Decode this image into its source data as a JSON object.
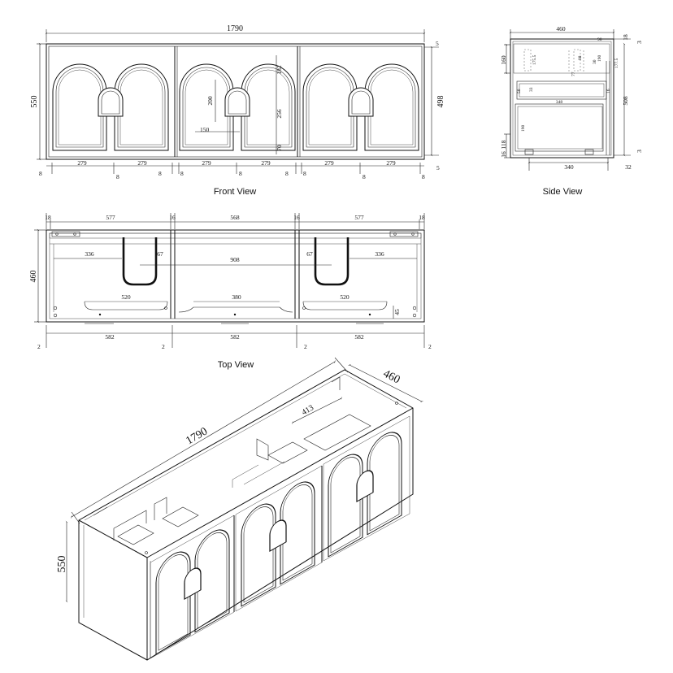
{
  "diagram": {
    "front": {
      "caption": "Front View",
      "overall_width": "1790",
      "overall_height": "550",
      "door_height": "498",
      "top_gap": "5",
      "bottom_gap": "5",
      "door_width": "279",
      "edge": "8",
      "arch_top": "182",
      "handle_gap": "256",
      "handle_height": "200",
      "handle_width": "150",
      "bottom_offset": "70"
    },
    "side": {
      "caption": "Side View",
      "depth": "460",
      "top_thickness": "18",
      "top_gap": "3",
      "upper_height": "160",
      "total_height": "508",
      "rail": "118",
      "bottom_gap": "3",
      "bottom_panel": "16",
      "inner_depth": "340",
      "back": "32",
      "shelf": "348",
      "small": [
        "90",
        "175.5",
        "190",
        "177.5",
        "77",
        "88",
        "30",
        "33",
        "50",
        "16",
        "190"
      ]
    },
    "top": {
      "caption": "Top View",
      "depth": "460",
      "panel": "18",
      "divider": "16",
      "left_bay": "577",
      "middle_bay": "568",
      "right_bay": "577",
      "left_inner": "336",
      "right_inner": "336",
      "cutout_left": "67",
      "cutout_right": "67",
      "span": "908",
      "left_slot": "520",
      "middle_slot": "380",
      "right_slot": "520",
      "back_offset": "45",
      "bay_width": "582",
      "edge": "2"
    },
    "iso": {
      "width": "1790",
      "depth": "460",
      "height": "550",
      "inner": "413"
    }
  }
}
